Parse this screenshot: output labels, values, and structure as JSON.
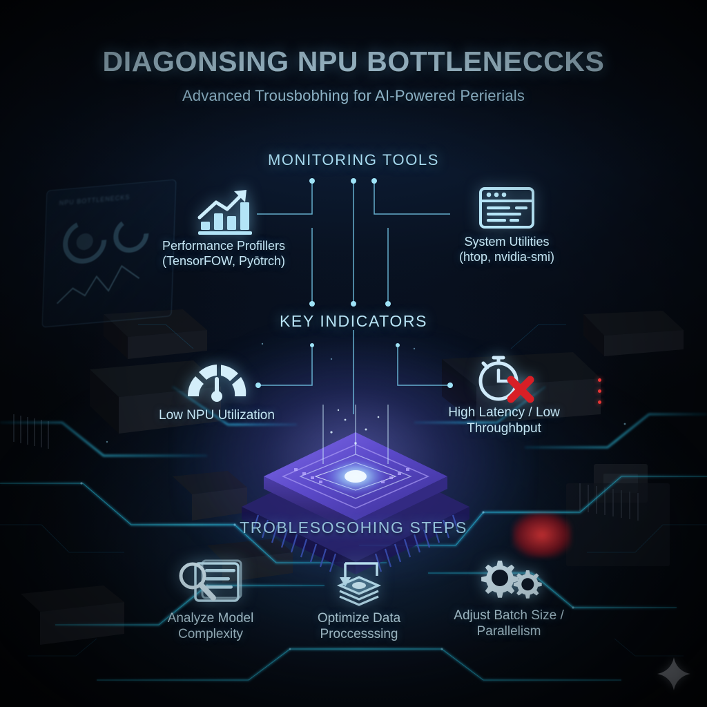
{
  "header": {
    "title": "DIAGONSING NPU BOTTLENECCKS",
    "subtitle": "Advanced Trousbobhing for AI-Powered Perierials"
  },
  "ghost_panel": {
    "title": "NPU BOTTLENECKS"
  },
  "sections": [
    {
      "id": "monitoring",
      "heading": "MONITORING TOOLS",
      "items": [
        {
          "icon": "bar-chart-growth-icon",
          "label": "Performance Profillers\n(TensorFOW, Pyōtrch)"
        },
        {
          "icon": "terminal-window-icon",
          "label": "System Utilities\n(htop, nvidia-smi)"
        }
      ]
    },
    {
      "id": "indicators",
      "heading": "KEY INDICATORS",
      "items": [
        {
          "icon": "gauge-low-icon",
          "label": "Low NPU Utilization"
        },
        {
          "icon": "stopwatch-error-icon",
          "label": "High Latency / Low\nThroughbput"
        }
      ]
    },
    {
      "id": "steps",
      "heading": "TROBLESOSOHING STEPS",
      "items": [
        {
          "icon": "magnifier-document-icon",
          "label": "Analyze Model\nComplexity"
        },
        {
          "icon": "layers-arrow-icon",
          "label": "Optimize Data\nProccesssing"
        },
        {
          "icon": "gears-icon",
          "label": "Adjust Batch Size /\nParallelism"
        }
      ]
    }
  ],
  "decor": {
    "sparkle_icon": "sparkle-icon",
    "chip_label": "npu-chip"
  },
  "colors": {
    "accent_cyan": "#8fd6f2",
    "title_blue": "#bfe4f7",
    "chip_violet": "#8a6ef0",
    "error_red": "#e01b24",
    "background": "#070d18"
  }
}
